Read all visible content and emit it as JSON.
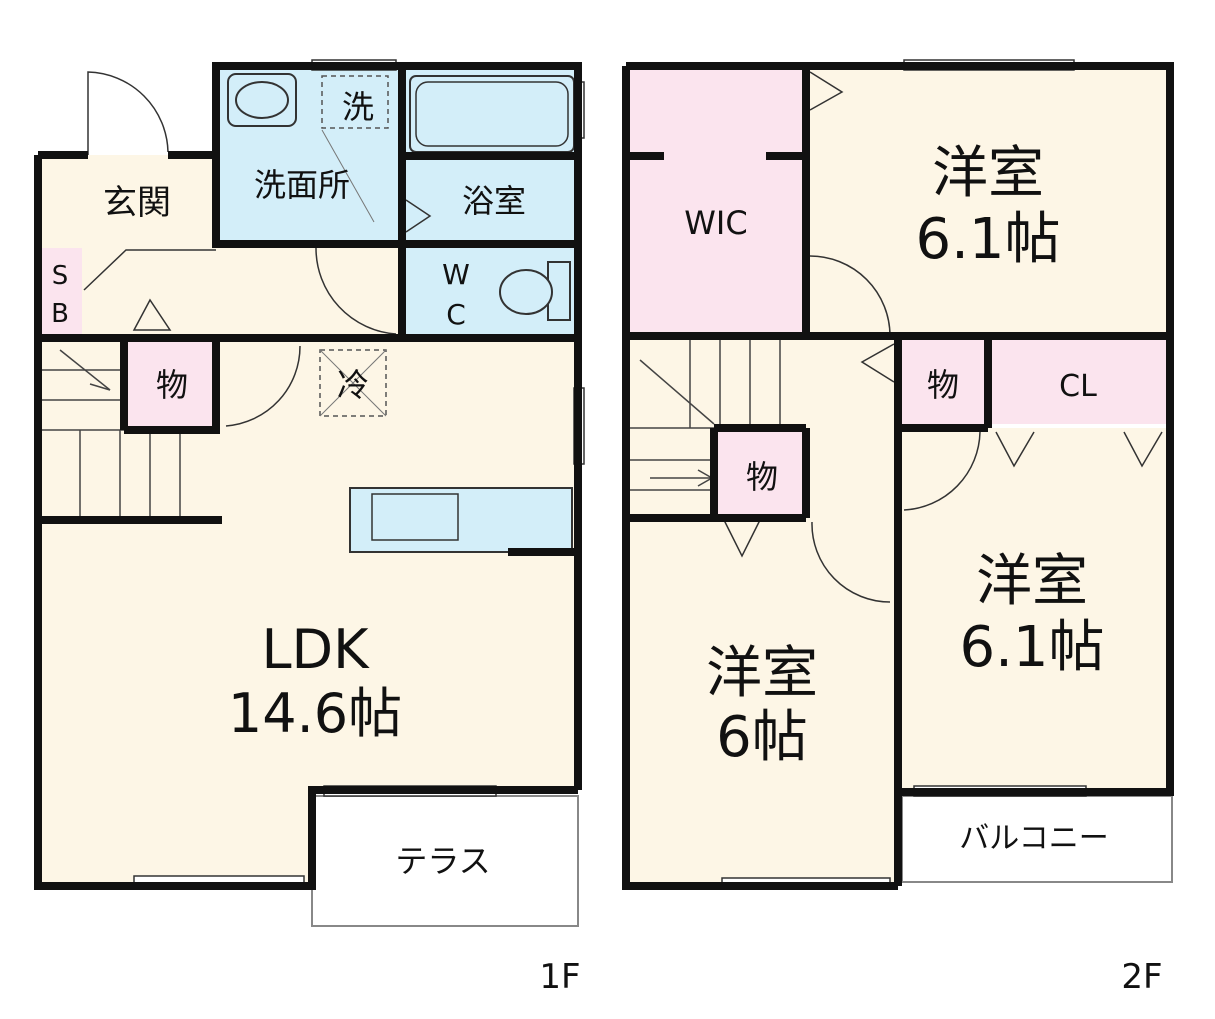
{
  "colors": {
    "room": "#fdf6e6",
    "wet": "#d3eef9",
    "storage": "#fbe4ee",
    "wall": "#111111",
    "outdoor": "#ffffff"
  },
  "floor1": {
    "label": "1F",
    "rooms": {
      "genkan": "玄関",
      "shoe_box": [
        "S",
        "B"
      ],
      "washroom": "洗面所",
      "washer": "洗",
      "bathroom": "浴室",
      "wc": [
        "W",
        "C"
      ],
      "storage": "物",
      "fridge": "冷",
      "ldk": {
        "name": "LDK",
        "size": "14.6帖"
      },
      "terrace": "テラス"
    }
  },
  "floor2": {
    "label": "2F",
    "rooms": {
      "wic": "WIC",
      "room_a": {
        "name": "洋室",
        "size": "6.1帖"
      },
      "storage_hall": "物",
      "storage_stair": "物",
      "closet": "CL",
      "room_b": {
        "name": "洋室",
        "size": "6.1帖"
      },
      "room_c": {
        "name": "洋室",
        "size": "6帖"
      },
      "balcony": "バルコニー"
    }
  }
}
